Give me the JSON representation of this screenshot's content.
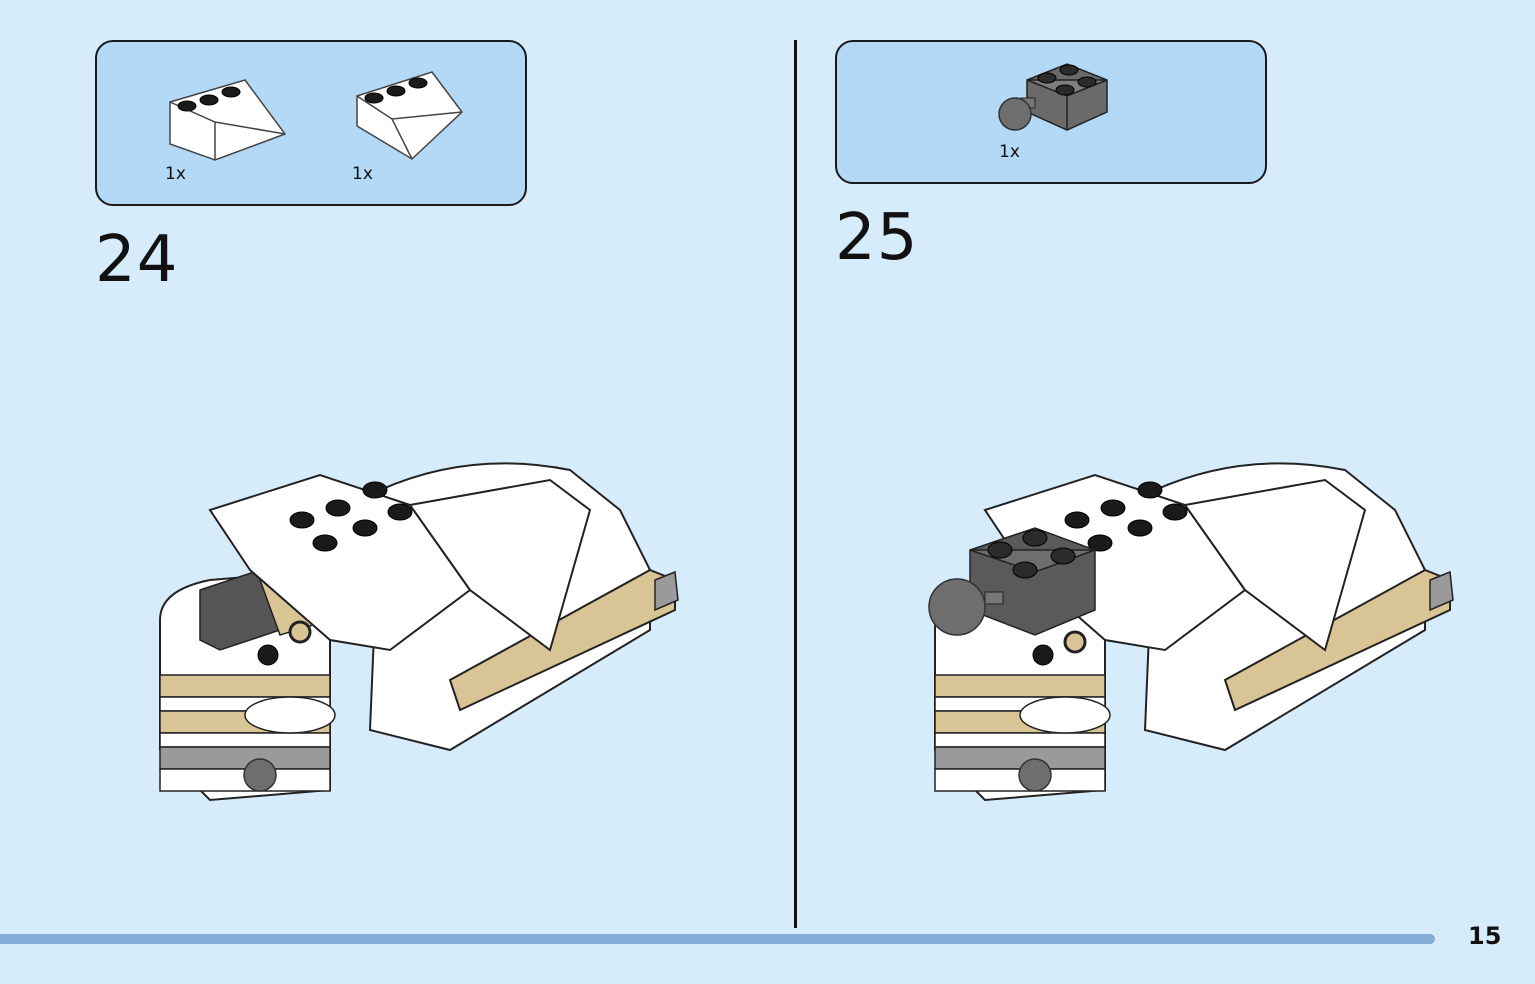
{
  "steps": [
    {
      "number": "24",
      "parts": [
        {
          "qty": "1x",
          "icon": "white-wedge-slope-icon"
        },
        {
          "qty": "1x",
          "icon": "white-wedge-slope-icon"
        }
      ]
    },
    {
      "number": "25",
      "parts": [
        {
          "qty": "1x",
          "icon": "dark-gray-ball-joint-brick-icon"
        }
      ]
    }
  ],
  "page_number": "15",
  "colors": {
    "background": "#d6ecfb",
    "parts_box": "#b3d9f7",
    "progress_bar": "#86add8",
    "tan": "#d8c494",
    "dark_gray": "#555555",
    "light_gray": "#9a9a9a"
  }
}
